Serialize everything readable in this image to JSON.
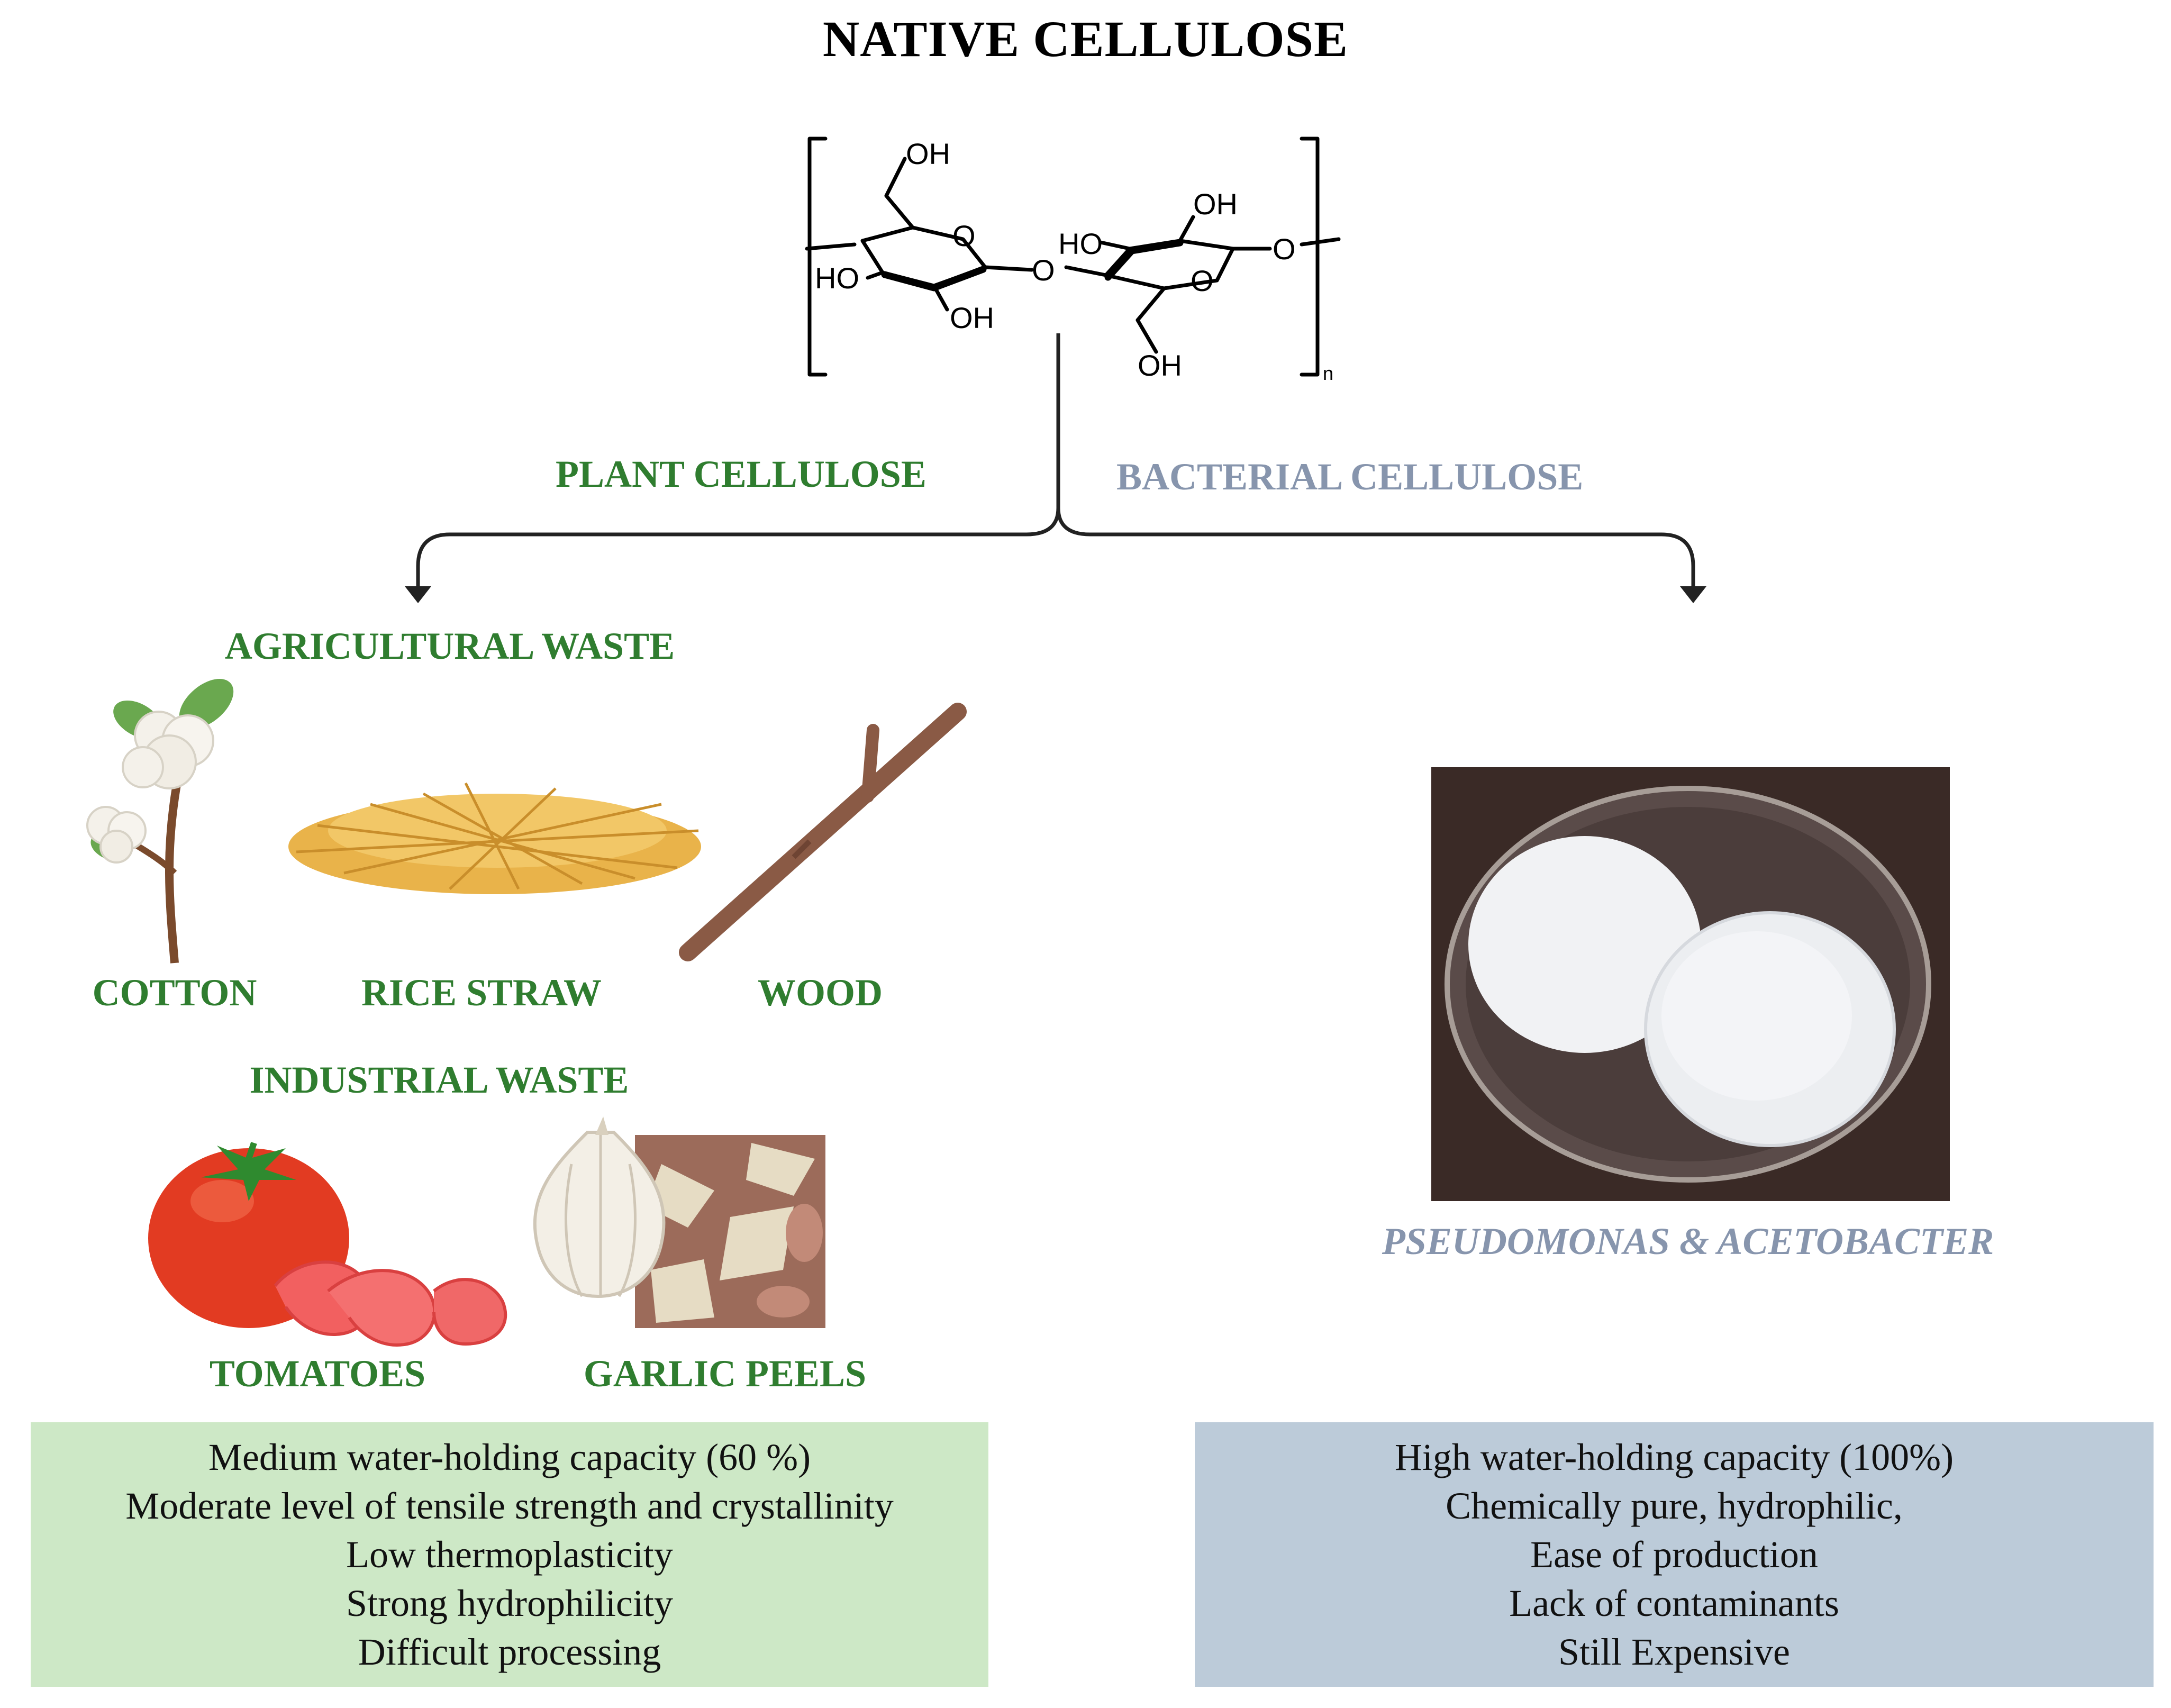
{
  "title": "NATIVE CELLULOSE",
  "structure": {
    "atoms": [
      "OH",
      "O",
      "HO",
      "OH",
      "O",
      "HO",
      "OH",
      "O",
      "OH",
      "O"
    ],
    "repeat": "n"
  },
  "branches": {
    "plant": {
      "label": "PLANT CELLULOSE",
      "color": "#2f7d2f",
      "agricultural": {
        "heading": "AGRICULTURAL WASTE",
        "items": [
          "COTTON",
          "RICE STRAW",
          "WOOD"
        ]
      },
      "industrial": {
        "heading": "INDUSTRIAL WASTE",
        "items": [
          "TOMATOES",
          "GARLIC PEELS"
        ]
      },
      "properties": [
        "Medium water-holding capacity (60 %)",
        "Moderate level of tensile strength and crystallinity",
        "Low thermoplasticity",
        "Strong hydrophilicity",
        "Difficult processing"
      ],
      "box_color": "#cde8c6"
    },
    "bacterial": {
      "label": "BACTERIAL CELLULOSE",
      "color": "#8795ad",
      "source": "PSEUDOMONAS & ACETOBACTER",
      "properties": [
        "High water-holding capacity (100%)",
        "Chemically pure, hydrophilic,",
        "Ease of production",
        "Lack of contaminants",
        "Still Expensive"
      ],
      "box_color": "#bccbd9"
    }
  },
  "icons": [
    "cotton-plant-icon",
    "rice-straw-icon",
    "wood-stick-icon",
    "tomato-icon",
    "garlic-peels-icon",
    "bacterial-cellulose-dish-photo"
  ]
}
